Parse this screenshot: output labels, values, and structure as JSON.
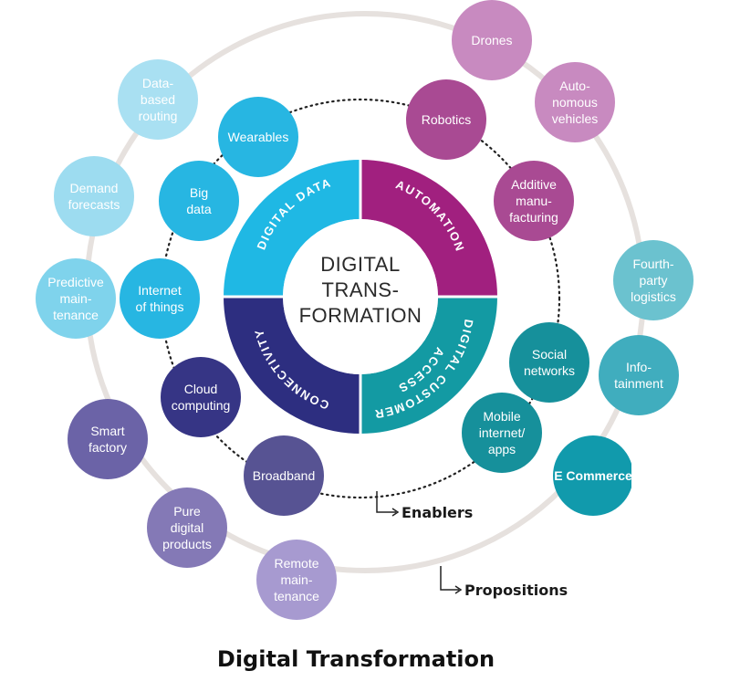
{
  "title": "Digital Transformation",
  "center": {
    "lines": [
      "DIGITAL",
      "TRANS-",
      "FORMATION"
    ]
  },
  "quadrants": {
    "digital_data": {
      "label": "DIGITAL DATA",
      "color": "#1fb8e4"
    },
    "automation": {
      "label": "AUTOMATION",
      "color": "#a1207f"
    },
    "digital_customer_access": {
      "line1": "DIGITAL CUSTOMER",
      "line2": "ACCESS",
      "color": "#139aa3"
    },
    "connectivity": {
      "label": "CONNECTIVITY",
      "color": "#2d2e80"
    }
  },
  "enablers": [
    {
      "lines": [
        "Wearables"
      ],
      "color": "#27b6e2"
    },
    {
      "lines": [
        "Big",
        "data"
      ],
      "color": "#27b6e2"
    },
    {
      "lines": [
        "Internet",
        "of things"
      ],
      "color": "#27b6e2"
    },
    {
      "lines": [
        "Robotics"
      ],
      "color": "#a94a93"
    },
    {
      "lines": [
        "Additive",
        "manu-",
        "facturing"
      ],
      "color": "#a94a93"
    },
    {
      "lines": [
        "Social",
        "networks"
      ],
      "color": "#16909b"
    },
    {
      "lines": [
        "Mobile",
        "internet/",
        "apps"
      ],
      "color": "#16909b"
    },
    {
      "lines": [
        "Cloud",
        "computing"
      ],
      "color": "#363585"
    },
    {
      "lines": [
        "Broadband"
      ],
      "color": "#575393"
    }
  ],
  "propositions": [
    {
      "lines": [
        "Drones"
      ],
      "color": "#c88ac0"
    },
    {
      "lines": [
        "Auto-",
        "nomous",
        "vehicles"
      ],
      "color": "#c88ac0"
    },
    {
      "lines": [
        "Fourth-",
        "party",
        "logistics"
      ],
      "color": "#6bc2cf"
    },
    {
      "lines": [
        "Info-",
        "tainment"
      ],
      "color": "#40adbe"
    },
    {
      "lines": [
        "E Commerce"
      ],
      "color": "#119aac"
    },
    {
      "lines": [
        "Remote",
        "main-",
        "tenance"
      ],
      "color": "#a79ad0"
    },
    {
      "lines": [
        "Pure",
        "digital",
        "products"
      ],
      "color": "#8479b6"
    },
    {
      "lines": [
        "Smart",
        "factory"
      ],
      "color": "#6b63a7"
    },
    {
      "lines": [
        "Predictive",
        "main-",
        "tenance"
      ],
      "color": "#7fd3ec"
    },
    {
      "lines": [
        "Demand",
        "forecasts"
      ],
      "color": "#9ddcf0"
    },
    {
      "lines": [
        "Data-",
        "based",
        "routing"
      ],
      "color": "#a9e0f2"
    }
  ],
  "legend": {
    "enablers": "Enablers",
    "propositions": "Propositions"
  }
}
